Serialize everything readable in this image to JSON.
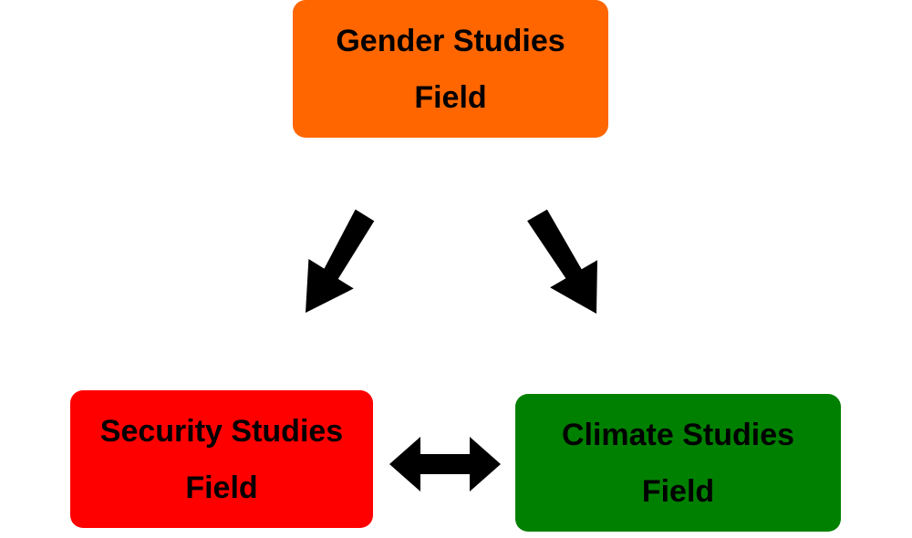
{
  "nodes": {
    "gender": {
      "line1": "Gender Studies",
      "line2": "Field",
      "color": "#ff6600"
    },
    "security": {
      "line1": "Security Studies",
      "line2": "Field",
      "color": "#ff0000"
    },
    "climate": {
      "line1": "Climate Studies",
      "line2": "Field",
      "color": "#008000"
    }
  },
  "edges": [
    {
      "from": "Gender Studies Field",
      "to": "Security Studies Field",
      "direction": "one-way"
    },
    {
      "from": "Gender Studies Field",
      "to": "Climate Studies Field",
      "direction": "one-way"
    },
    {
      "from": "Security Studies Field",
      "to": "Climate Studies Field",
      "direction": "two-way"
    }
  ],
  "arrow_color": "#000000"
}
